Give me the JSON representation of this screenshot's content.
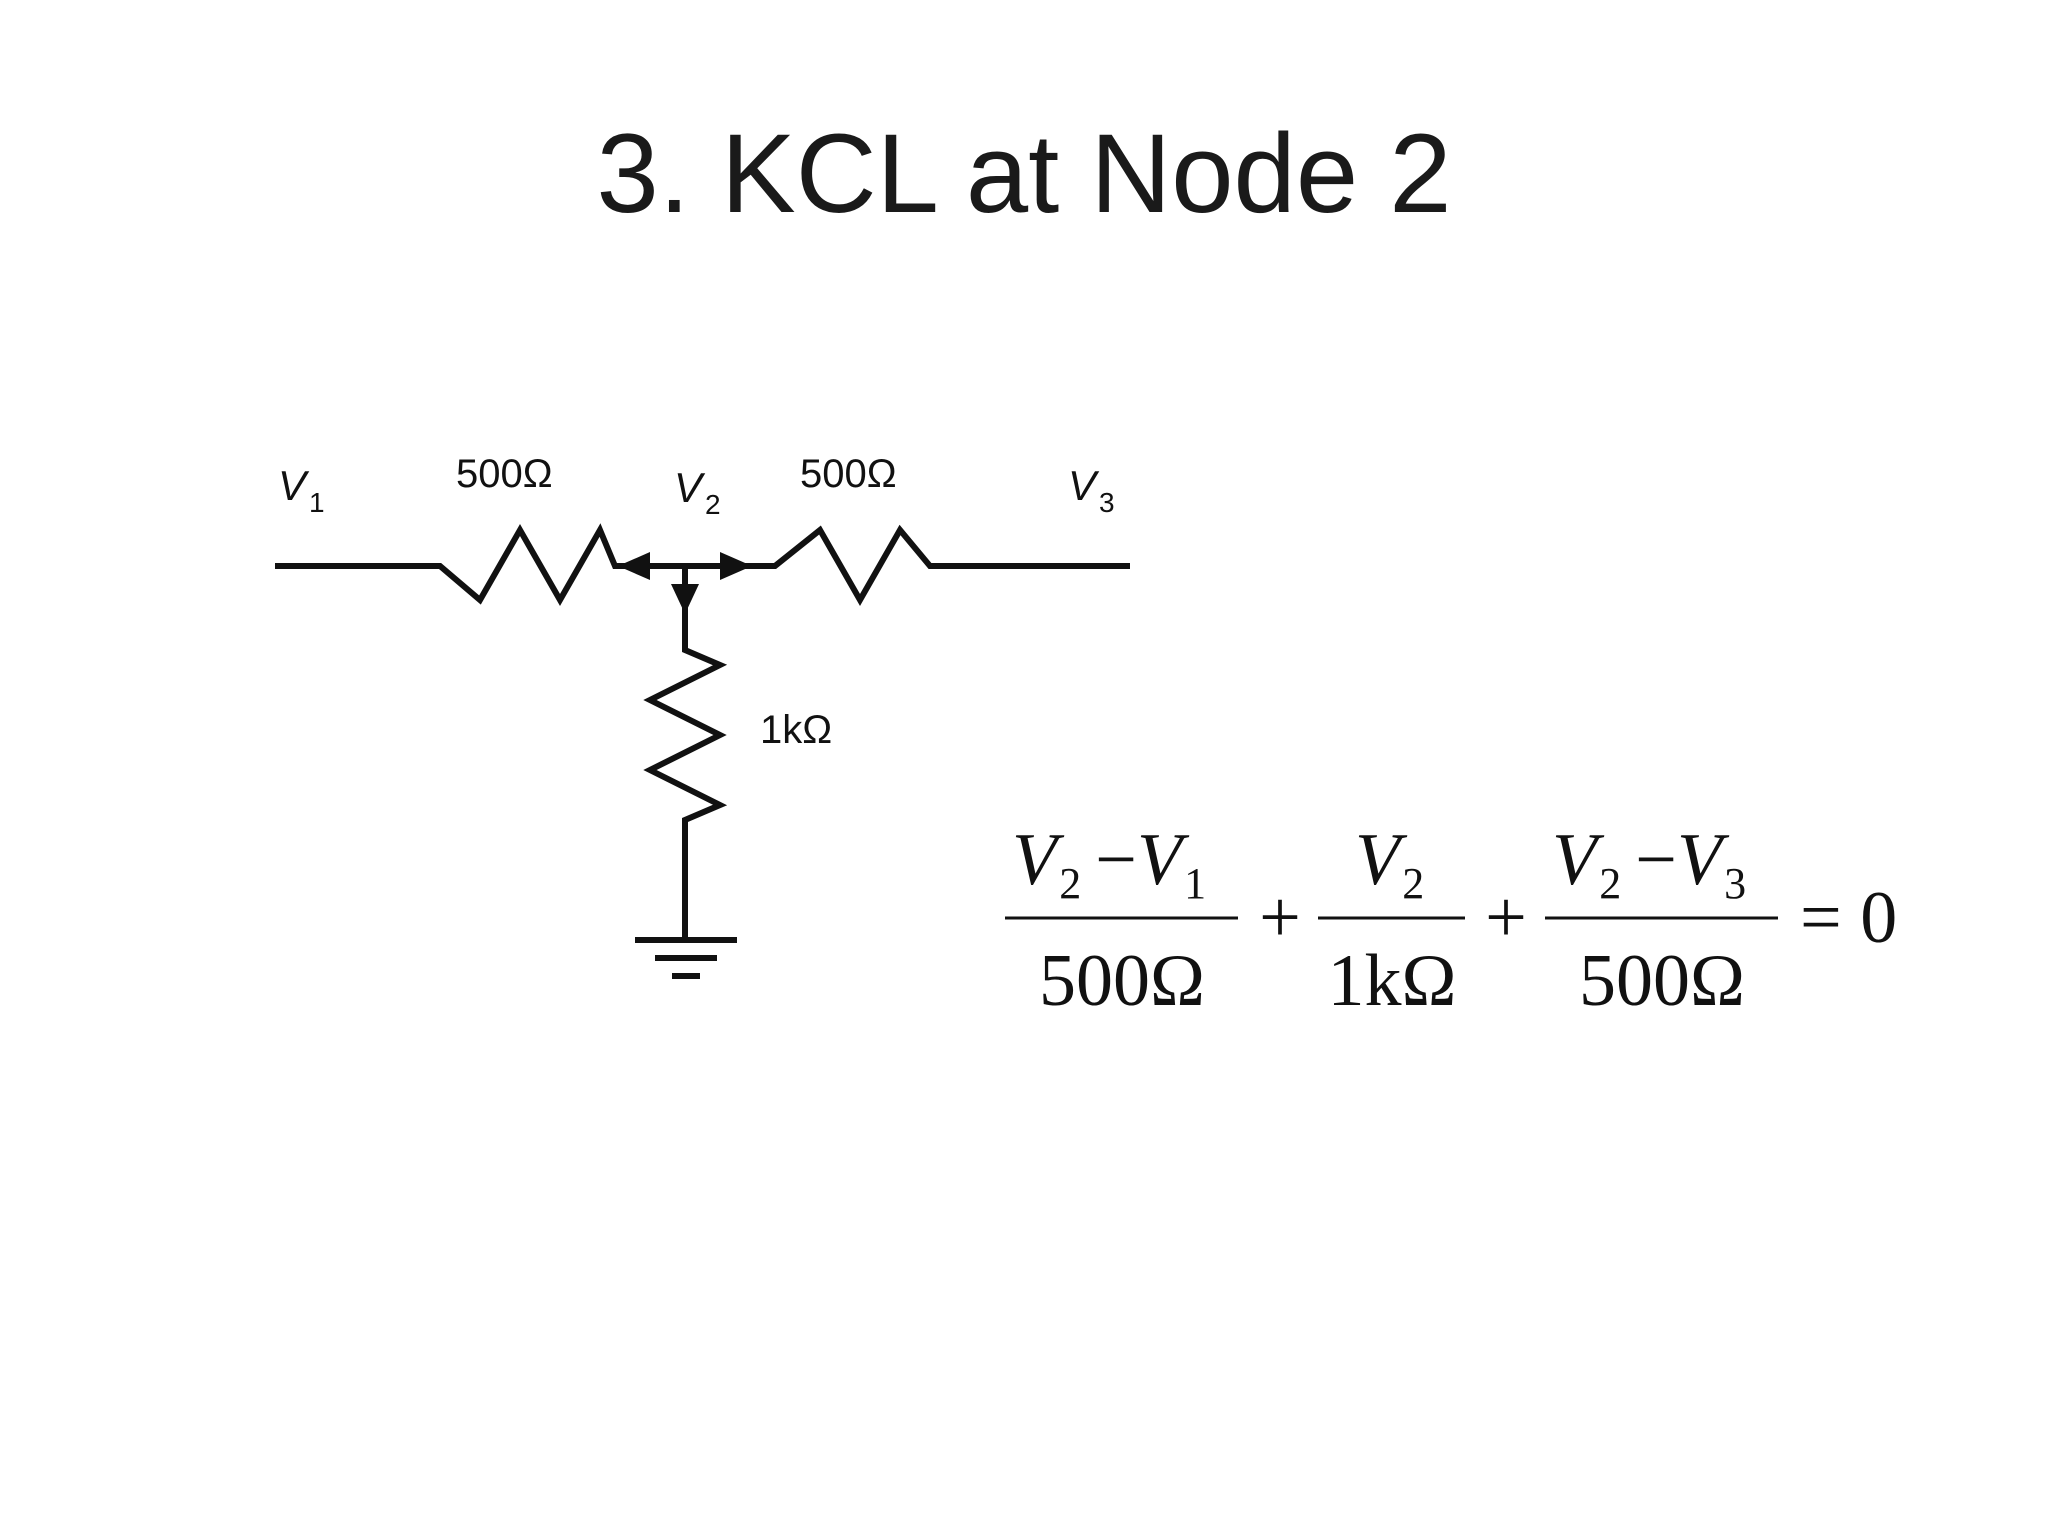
{
  "slide": {
    "title": "3. KCL at Node 2"
  },
  "circuit": {
    "node_labels": [
      {
        "name": "V",
        "sub": "1"
      },
      {
        "name": "V",
        "sub": "2"
      },
      {
        "name": "V",
        "sub": "3"
      }
    ],
    "resistors": {
      "left": "500Ω",
      "right": "500Ω",
      "down": "1kΩ"
    }
  },
  "equation": {
    "term1": {
      "num_a": "V",
      "num_a_sub": "2",
      "minus": "−",
      "num_b": "V",
      "num_b_sub": "1",
      "den": "500Ω"
    },
    "plus1": "+",
    "term2": {
      "num": "V",
      "num_sub": "2",
      "den": "1kΩ"
    },
    "plus2": "+",
    "term3": {
      "num_a": "V",
      "num_a_sub": "2",
      "minus": "−",
      "num_b": "V",
      "num_b_sub": "3",
      "den": "500Ω"
    },
    "rhs": "= 0"
  }
}
